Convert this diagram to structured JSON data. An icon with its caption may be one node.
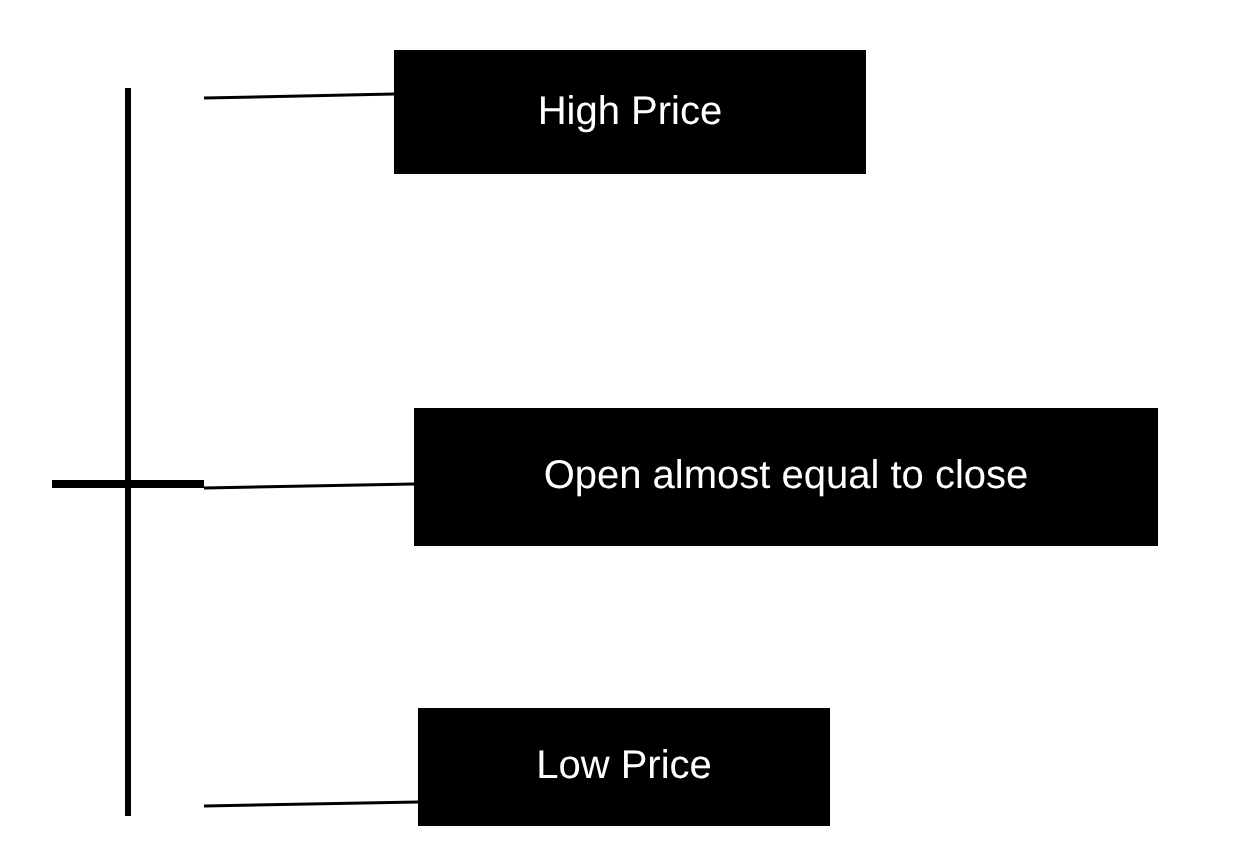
{
  "diagram": {
    "nodes": [
      {
        "text": [
          "High Price"
        ]
      },
      {
        "text": [
          "Open almost equal to close"
        ]
      },
      {
        "text": [
          "Low Price"
        ]
      },
      {
        "text": [],
        "shape": "picture"
      }
    ],
    "edges": [
      {
        "from": 0,
        "to": 3,
        "arrow": "none"
      },
      {
        "from": 1,
        "to": 3,
        "arrow": "none"
      },
      {
        "from": 2,
        "to": 3,
        "arrow": "none"
      }
    ]
  }
}
